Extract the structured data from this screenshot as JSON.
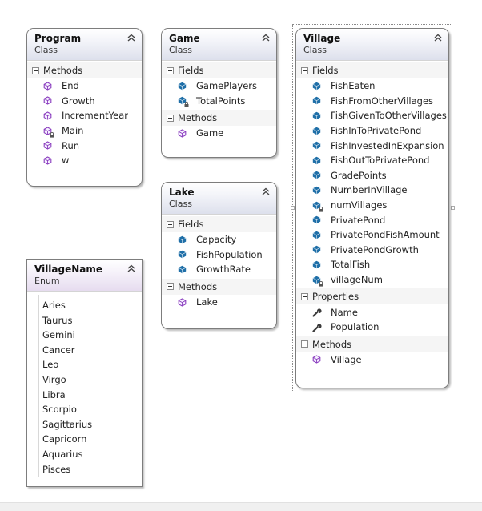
{
  "diagram": {
    "classes": [
      {
        "name": "Program",
        "kind": "Class",
        "sections": [
          {
            "label": "Methods",
            "members": [
              {
                "name": "End",
                "icon": "method-icon",
                "private": false
              },
              {
                "name": "Growth",
                "icon": "method-icon",
                "private": false
              },
              {
                "name": "IncrementYear",
                "icon": "method-icon",
                "private": false
              },
              {
                "name": "Main",
                "icon": "method-icon",
                "private": true
              },
              {
                "name": "Run",
                "icon": "method-icon",
                "private": false
              },
              {
                "name": "w",
                "icon": "method-icon",
                "private": false
              }
            ]
          }
        ]
      },
      {
        "name": "Game",
        "kind": "Class",
        "sections": [
          {
            "label": "Fields",
            "members": [
              {
                "name": "GamePlayers",
                "icon": "field-icon",
                "private": false
              },
              {
                "name": "TotalPoints",
                "icon": "field-icon",
                "private": true
              }
            ]
          },
          {
            "label": "Methods",
            "members": [
              {
                "name": "Game",
                "icon": "method-icon",
                "private": false
              }
            ]
          }
        ]
      },
      {
        "name": "Lake",
        "kind": "Class",
        "sections": [
          {
            "label": "Fields",
            "members": [
              {
                "name": "Capacity",
                "icon": "field-icon",
                "private": false
              },
              {
                "name": "FishPopulation",
                "icon": "field-icon",
                "private": false
              },
              {
                "name": "GrowthRate",
                "icon": "field-icon",
                "private": false
              }
            ]
          },
          {
            "label": "Methods",
            "members": [
              {
                "name": "Lake",
                "icon": "method-icon",
                "private": false
              }
            ]
          }
        ]
      },
      {
        "name": "Village",
        "kind": "Class",
        "sections": [
          {
            "label": "Fields",
            "members": [
              {
                "name": "FishEaten",
                "icon": "field-icon",
                "private": false
              },
              {
                "name": "FishFromOtherVillages",
                "icon": "field-icon",
                "private": false
              },
              {
                "name": "FishGivenToOtherVillages",
                "icon": "field-icon",
                "private": false
              },
              {
                "name": "FishInToPrivatePond",
                "icon": "field-icon",
                "private": false
              },
              {
                "name": "FishInvestedInExpansion",
                "icon": "field-icon",
                "private": false
              },
              {
                "name": "FishOutToPrivatePond",
                "icon": "field-icon",
                "private": false
              },
              {
                "name": "GradePoints",
                "icon": "field-icon",
                "private": false
              },
              {
                "name": "NumberInVillage",
                "icon": "field-icon",
                "private": false
              },
              {
                "name": "numVillages",
                "icon": "field-icon",
                "private": true
              },
              {
                "name": "PrivatePond",
                "icon": "field-icon",
                "private": false
              },
              {
                "name": "PrivatePondFishAmount",
                "icon": "field-icon",
                "private": false
              },
              {
                "name": "PrivatePondGrowth",
                "icon": "field-icon",
                "private": false
              },
              {
                "name": "TotalFish",
                "icon": "field-icon",
                "private": false
              },
              {
                "name": "villageNum",
                "icon": "field-icon",
                "private": true
              }
            ]
          },
          {
            "label": "Properties",
            "members": [
              {
                "name": "Name",
                "icon": "wrench-icon",
                "private": false
              },
              {
                "name": "Population",
                "icon": "wrench-icon",
                "private": false
              }
            ]
          },
          {
            "label": "Methods",
            "members": [
              {
                "name": "Village",
                "icon": "method-icon",
                "private": false
              }
            ]
          }
        ]
      }
    ],
    "enum": {
      "name": "VillageName",
      "kind": "Enum",
      "values": [
        "Aries",
        "Taurus",
        "Gemini",
        "Cancer",
        "Leo",
        "Virgo",
        "Libra",
        "Scorpio",
        "Sagittarius",
        "Capricorn",
        "Aquarius",
        "Pisces"
      ]
    }
  },
  "colors": {
    "field_icon": "#1f6fa8",
    "method_icon": "#8b3fbf",
    "lock": "#555555"
  }
}
